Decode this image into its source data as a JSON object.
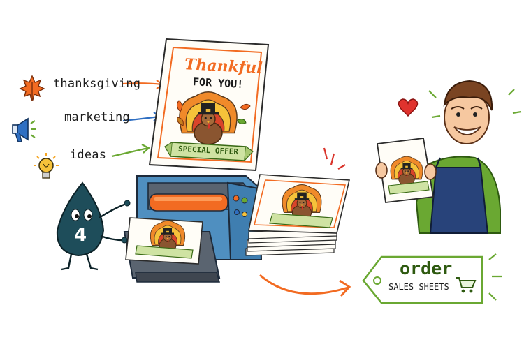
{
  "labels": [
    {
      "text": "thanksgiving",
      "icon": "maple-leaf-icon",
      "arrow_color": "#f26b22"
    },
    {
      "text": "marketing",
      "icon": "megaphone-icon",
      "arrow_color": "#2f6fc2"
    },
    {
      "text": "ideas",
      "icon": "lightbulb-icon",
      "arrow_color": "#6aa832"
    }
  ],
  "poster": {
    "line1": "Thankful",
    "line2": "FOR YOU!",
    "banner": "SPECIAL OFFER"
  },
  "mascot": {
    "number": "4"
  },
  "tag": {
    "line1": "order",
    "line2": "SALES SHEETS",
    "icon": "cart-icon"
  },
  "colors": {
    "orange": "#f26b22",
    "green": "#6aa832",
    "blue": "#2f6fc2",
    "teal": "#1e4d5a",
    "printer": "#4f8fc0",
    "red_heart": "#e0332e"
  }
}
